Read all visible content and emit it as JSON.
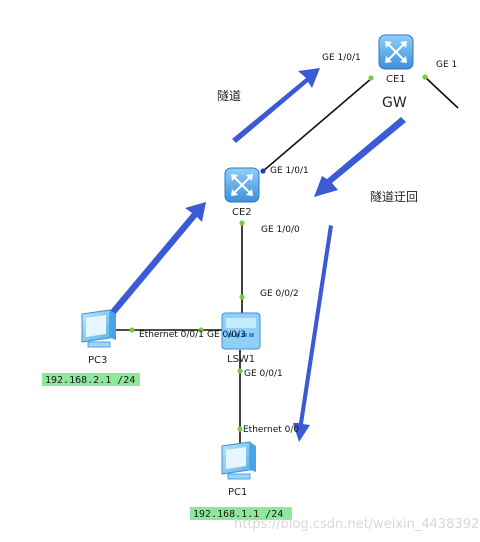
{
  "diagram": {
    "colors": {
      "link": "#111111",
      "port_dot": "#7ac943",
      "arrow": "#3b5bd6",
      "ip_badge": "#8ee89a",
      "router": "#4aa3e6",
      "pc": "#7fc7f2"
    },
    "devices": {
      "ce1": {
        "label": "CE1",
        "icon": "router-icon"
      },
      "ce2": {
        "label": "CE2",
        "icon": "router-icon"
      },
      "lsw1": {
        "label": "LSW1",
        "icon": "switch-icon"
      },
      "pc3": {
        "label": "PC3",
        "icon": "pc-icon"
      },
      "pc1": {
        "label": "PC1",
        "icon": "pc-icon"
      }
    },
    "ports": {
      "ce1_left": "GE 1/0/1",
      "ce1_right": "GE 1",
      "ce2_top": "GE 1/0/1",
      "ce2_bottom": "GE 1/0/0",
      "lsw1_top": "GE 0/0/2",
      "lsw1_left": "GE 0/0/3",
      "lsw1_bottom": "GE 0/0/1",
      "pc3_right": "Ethernet 0/0/1",
      "pc1_top": "Ethernet 0/0"
    },
    "annotations": {
      "tunnel": "隧道",
      "gw": "GW",
      "tunnel_return": "隧道迂回"
    },
    "ips": {
      "pc3": "192.168.2.1 /24",
      "pc1": "192.168.1.1 /24"
    },
    "watermark": "https://blog.csdn.net/weixin_44383922"
  }
}
